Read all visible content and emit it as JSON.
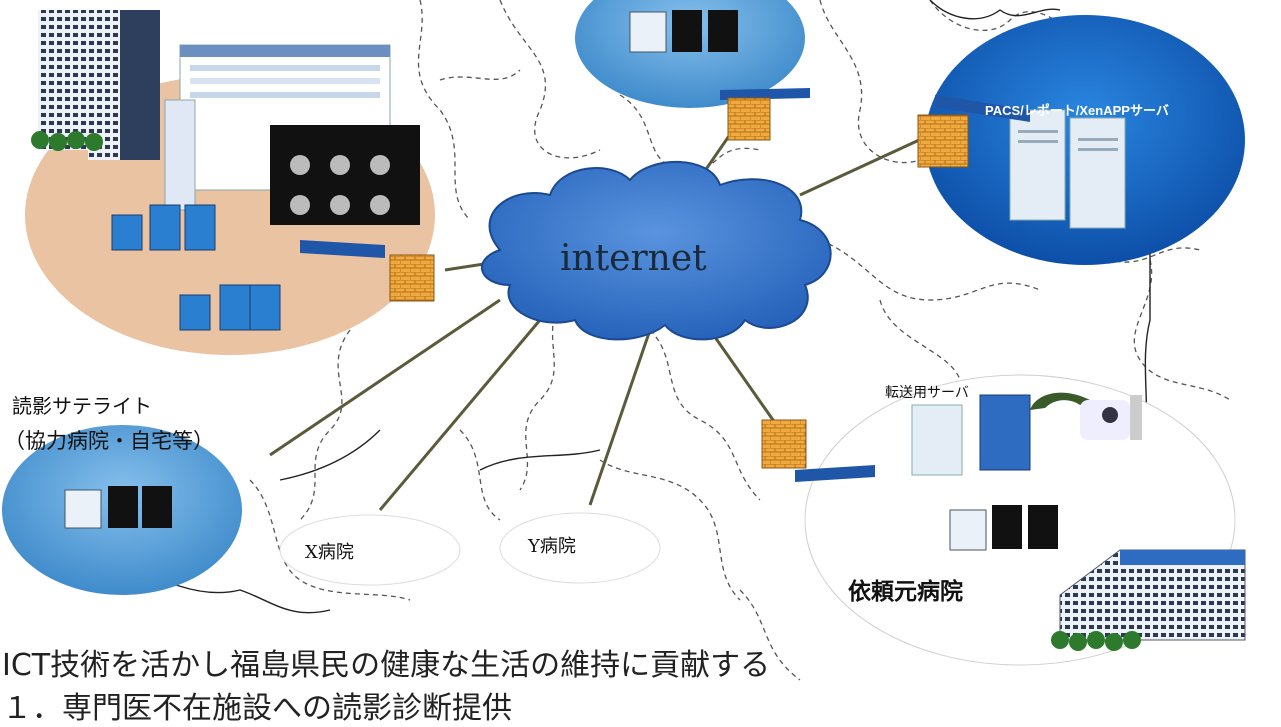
{
  "diagram": {
    "cloud_label": "internet",
    "nodes": {
      "pacs_server_label": "PACS/レポート/XenAPPサーバ",
      "satellite_label_line1": "読影サテライト",
      "satellite_label_line2": "（協力病院・自宅等）",
      "x_hospital_label": "X病院",
      "y_hospital_label": "Y病院",
      "transfer_server_label": "転送用サーバ",
      "requesting_hospital_label": "依頼元病院"
    },
    "caption": {
      "line1": "ICT技術を活かし福島県民の健康な生活の維持に貢献する",
      "line2": "１．専門医不在施設への読影診断提供"
    },
    "colors": {
      "cloud": "#3a74c9",
      "pacs_ellipse": "#1565c0",
      "center_ellipse": "#eac3a3",
      "satellite_ellipse": "#62a3d8",
      "firewall": "#e8a33a",
      "line": "#5b5b3c"
    }
  }
}
